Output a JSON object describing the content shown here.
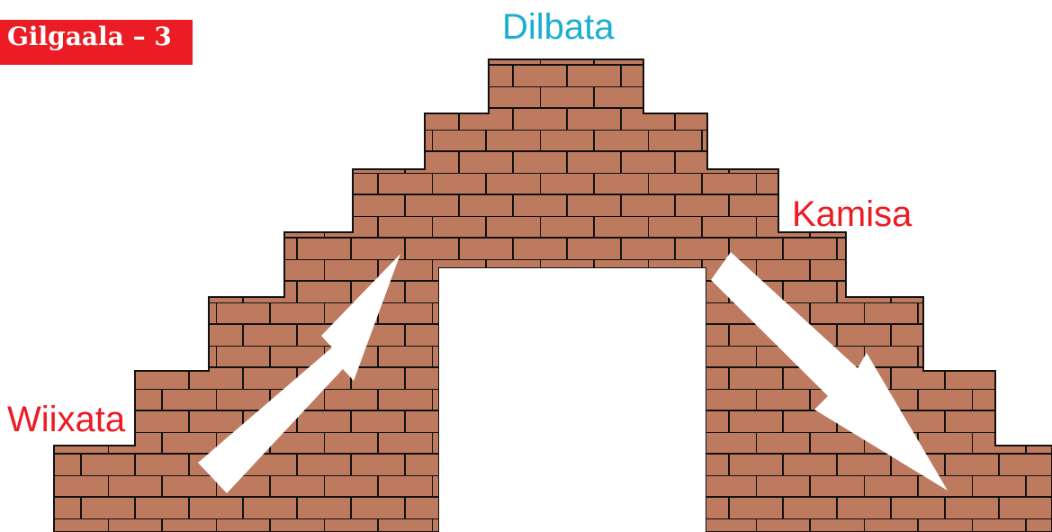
{
  "badge": {
    "text": "Gilgaala  – 3"
  },
  "labels": {
    "top": "Dilbata",
    "right": "Kamisa",
    "left": "Wiixata"
  },
  "colors": {
    "brick": "#bd7a5f",
    "mortar": "#111111",
    "badge_bg": "#ec1c24",
    "badge_text": "#ffffff",
    "label_top": "#1aaed0",
    "label_side": "#ec1c24",
    "arrow": "#ffffff"
  },
  "icons": {
    "up_arrow": "arrow-up-right-icon",
    "down_arrow": "arrow-down-right-icon"
  }
}
